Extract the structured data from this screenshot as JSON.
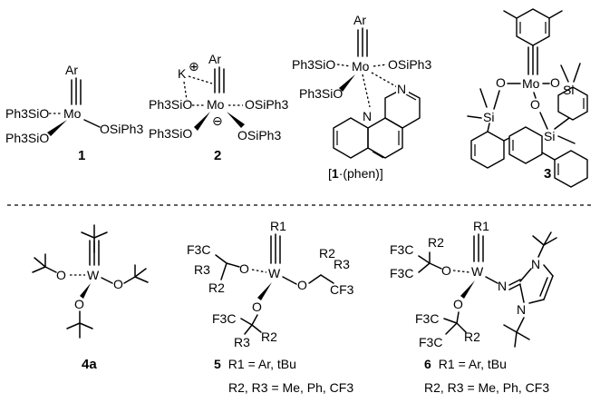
{
  "figure": {
    "separator": "dashed",
    "top_row": {
      "c1": {
        "ar": "Ar",
        "metal": "Mo",
        "ligand_left_1": "Ph3SiO",
        "ligand_left_2": "Ph3SiO",
        "ligand_right": "OSiPh3",
        "label": "1"
      },
      "c2": {
        "ar": "Ar",
        "metal": "Mo",
        "cation": "K",
        "plus": "⊕",
        "minus": "⊖",
        "ligand_left_1": "Ph3SiO",
        "ligand_left_2": "Ph3SiO",
        "ligand_right_1": "OSiPh3",
        "ligand_right_2": "OSiPh3",
        "label": "2"
      },
      "c3": {
        "ar": "Ar",
        "metal": "Mo",
        "ligand_left_1": "Ph3SiO",
        "ligand_left_2": "Ph3SiO",
        "ligand_right": "OSiPh3",
        "n1": "N",
        "n2": "N",
        "label_open": "[",
        "label_num": "1",
        "label_rest": "·(phen)]"
      },
      "c4": {
        "metal": "Mo",
        "o1": "O",
        "o2": "O",
        "o3": "O",
        "si1": "Si",
        "si2": "Si",
        "si3": "Si",
        "label": "3"
      }
    },
    "bottom_row": {
      "c5": {
        "metal": "W",
        "o1": "O",
        "o2": "O",
        "o3": "O",
        "label": "4a"
      },
      "c6": {
        "metal": "W",
        "r1": "R1",
        "o1": "O",
        "o2": "O",
        "o3": "O",
        "f3c_1": "F3C",
        "r3_1": "R3",
        "r2_1": "R2",
        "r2_2": "R2",
        "r3_2": "R3",
        "cf3_2": "CF3",
        "f3c_3": "F3C",
        "r3_3": "R3",
        "r2_3": "R2",
        "label": "5",
        "caption_line1": "R1 = Ar, tBu",
        "caption_line2": "R2, R3 = Me, Ph, CF3"
      },
      "c7": {
        "metal": "W",
        "r1": "R1",
        "o1": "O",
        "o2": "O",
        "n_imine": "N",
        "n_ring1": "N",
        "n_ring2": "N",
        "f3c_1": "F3C",
        "r2_1": "R2",
        "f3c_2": "F3C",
        "f3c_3": "F3C",
        "f3c_4": "F3C",
        "r2_3": "R2",
        "label": "6",
        "caption_line1": "R1 = Ar, tBu",
        "caption_line2": "R2, R3 = Me, Ph, CF3"
      }
    }
  }
}
